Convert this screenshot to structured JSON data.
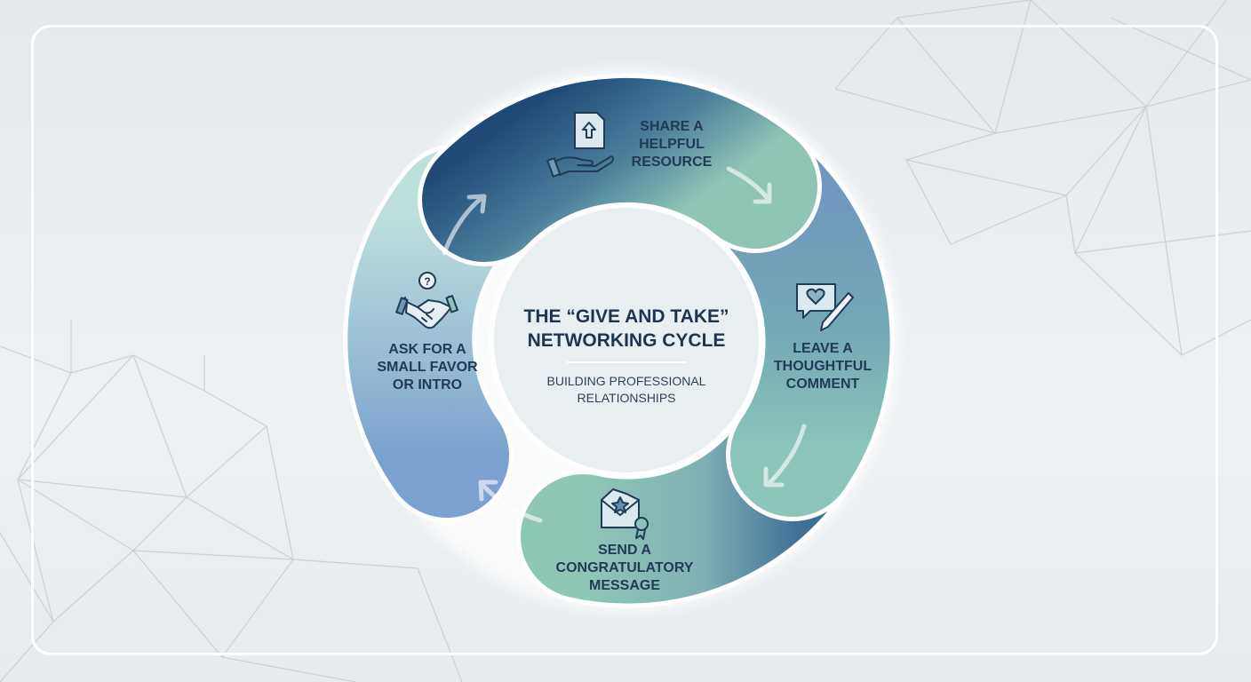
{
  "center": {
    "title_line1": "THE “GIVE AND TAKE”",
    "title_line2": "NETWORKING CYCLE",
    "subtitle_line1": "BUILDING PROFESSIONAL",
    "subtitle_line2": "RELATIONSHIPS"
  },
  "steps": [
    {
      "lines": [
        "SHARE A",
        "HELPFUL",
        "RESOURCE"
      ],
      "icon": "hand-document-upload-icon"
    },
    {
      "lines": [
        "LEAVE A",
        "THOUGHTFUL",
        "COMMENT"
      ],
      "icon": "heart-comment-pencil-icon"
    },
    {
      "lines": [
        "SEND A",
        "CONGRATULATORY",
        "MESSAGE"
      ],
      "icon": "envelope-star-badge-icon"
    },
    {
      "lines": [
        "ASK FOR A",
        "SMALL FAVOR",
        "OR INTRO"
      ],
      "icon": "handshake-question-icon"
    }
  ],
  "colors": {
    "navy": "#1f3b56",
    "dark_blue": "#244f7a",
    "teal": "#8cc3b6",
    "steel_blue": "#6e97bd",
    "light_teal": "#b6dcd8"
  }
}
